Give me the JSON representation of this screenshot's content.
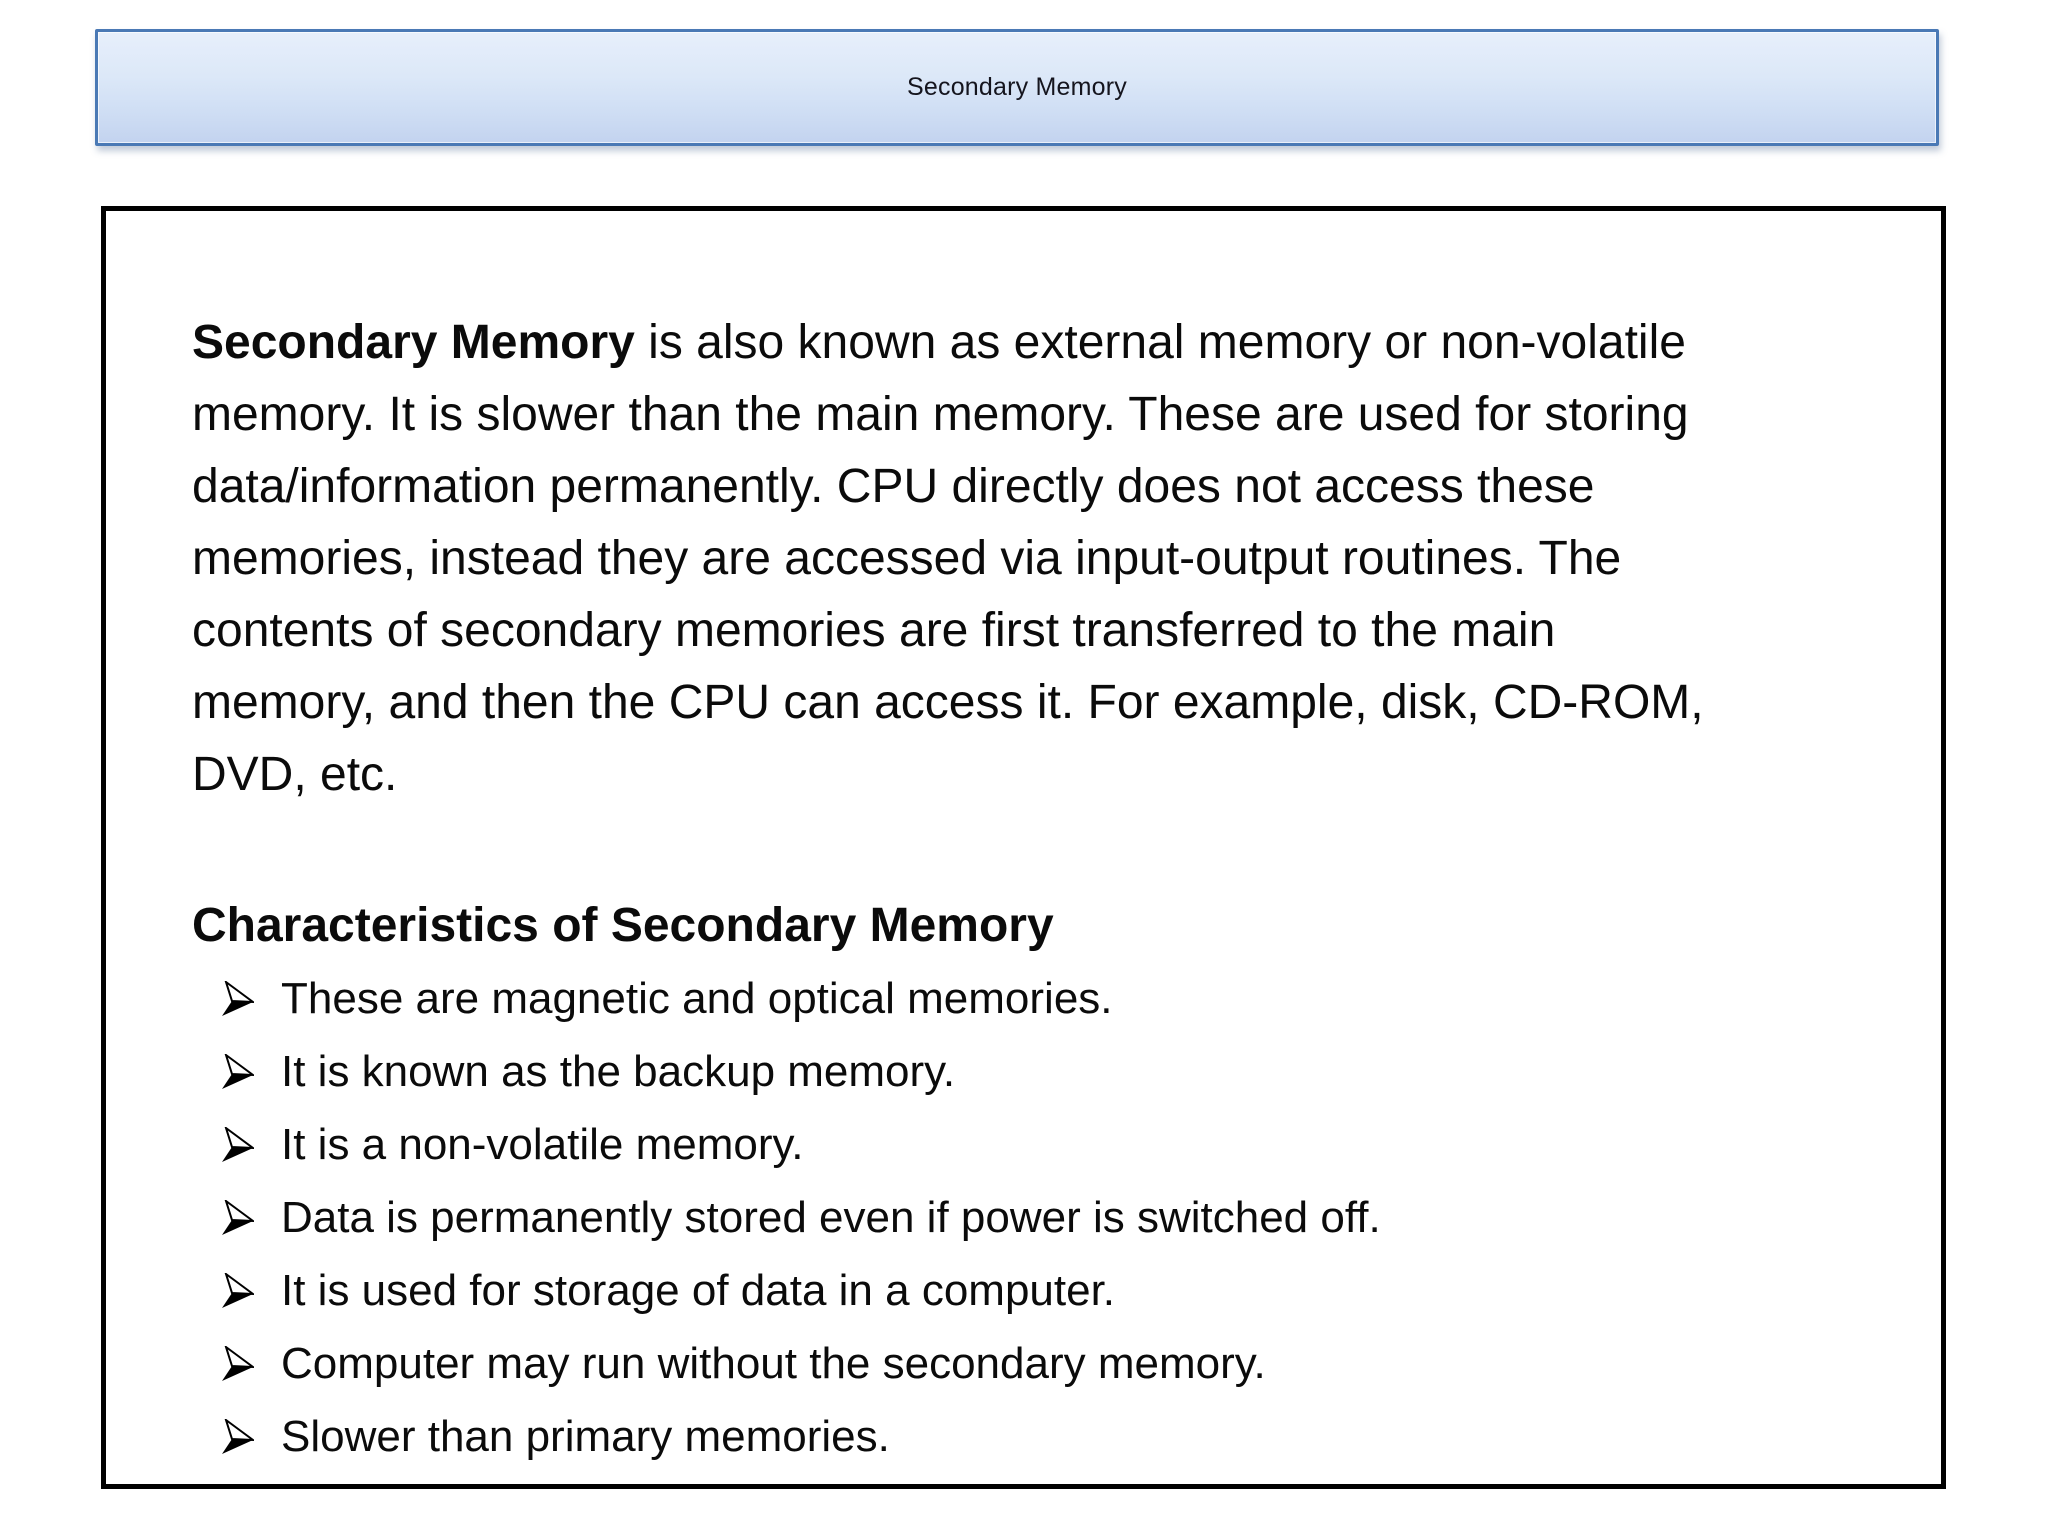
{
  "header": {
    "title": "Secondary Memory"
  },
  "content": {
    "intro": {
      "bold_lead": "Secondary Memory",
      "line1_rest": " is also known as external memory or non-volatile",
      "lines": [
        "memory. It is slower than the main memory. These are used for storing",
        "data/information permanently. CPU directly does not access these",
        "memories, instead they are accessed via input-output routines. The",
        "contents of secondary memories are first transferred to the main",
        "memory, and then the CPU can access it. For example, disk, CD-ROM,",
        "DVD, etc."
      ]
    },
    "characteristics": {
      "heading": "Characteristics of Secondary Memory",
      "items": [
        "These are magnetic and optical memories.",
        "It is known as the backup memory.",
        "It is a non-volatile memory.",
        "Data is permanently stored even if power is switched off.",
        "It is used for storage of data in a computer.",
        "Computer may run without the secondary memory.",
        "Slower than primary memories."
      ]
    }
  },
  "icons": {
    "bullet": "arrow-bullet-icon"
  },
  "colors": {
    "header_border": "#4a79b5",
    "header_gradient_top": "#e7effb",
    "header_gradient_bottom": "#c3d3ef",
    "panel_border": "#000000",
    "text": "#0b0b0b"
  }
}
